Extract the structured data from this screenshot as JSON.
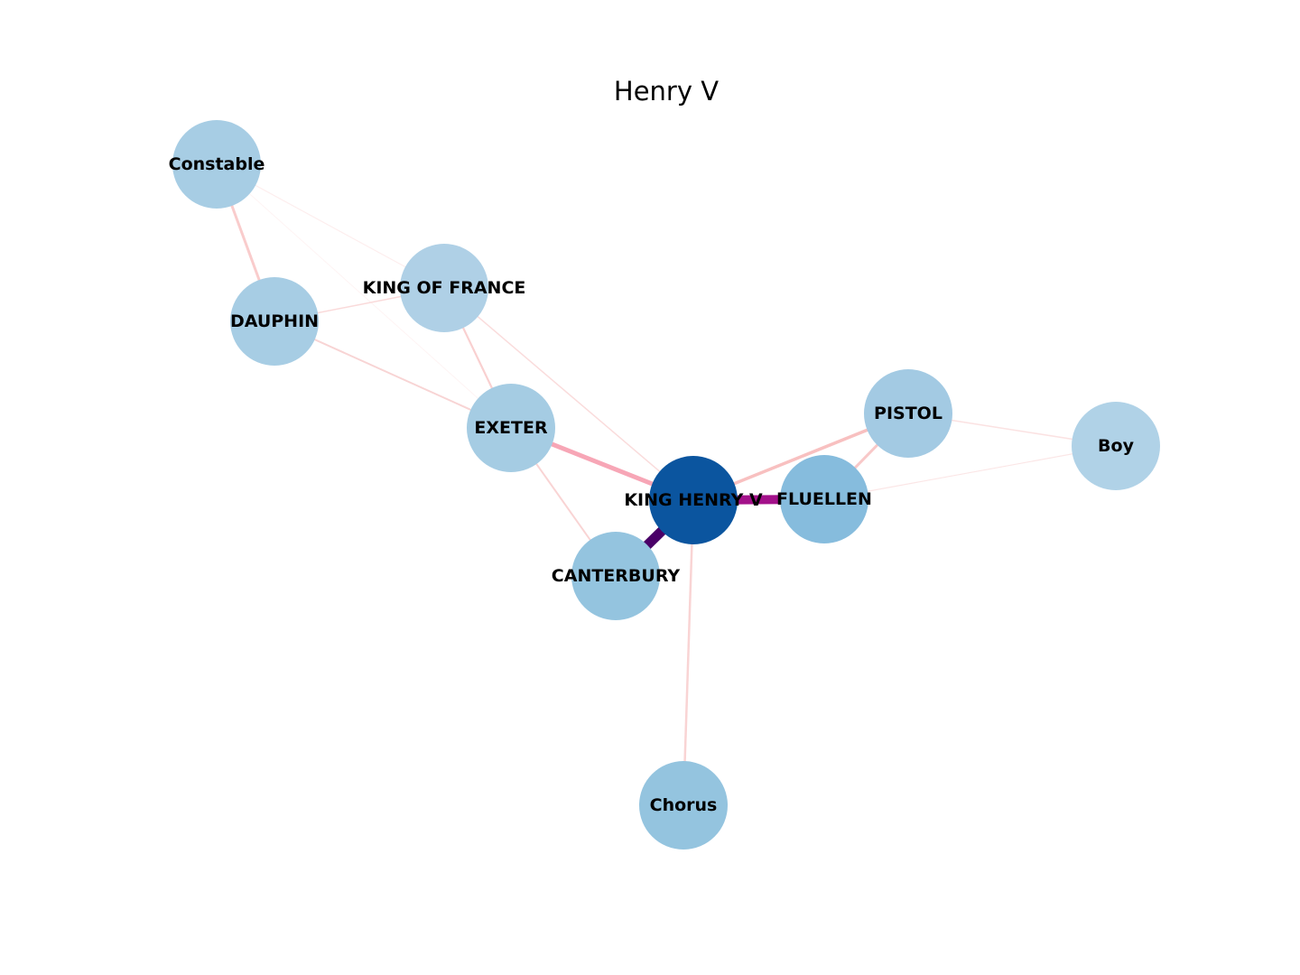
{
  "title": "Henry V",
  "nodes": [
    {
      "id": "constable",
      "label": "Constable",
      "color": "#a7cde4"
    },
    {
      "id": "king-of-france",
      "label": "KING OF FRANCE",
      "color": "#afd0e6"
    },
    {
      "id": "dauphin",
      "label": "DAUPHIN",
      "color": "#a7cde4"
    },
    {
      "id": "exeter",
      "label": "EXETER",
      "color": "#a5cce3"
    },
    {
      "id": "pistol",
      "label": "PISTOL",
      "color": "#a3cae3"
    },
    {
      "id": "boy",
      "label": "Boy",
      "color": "#b0d2e7"
    },
    {
      "id": "king-henry-v",
      "label": "KING HENRY V",
      "color": "#0b559f"
    },
    {
      "id": "fluellen",
      "label": "FLUELLEN",
      "color": "#86bcdd"
    },
    {
      "id": "canterbury",
      "label": "CANTERBURY",
      "color": "#94c4df"
    },
    {
      "id": "chorus",
      "label": "Chorus",
      "color": "#94c4df"
    }
  ],
  "edges": [
    {
      "source": "constable",
      "target": "dauphin",
      "color": "#f9cccc",
      "weight": 3
    },
    {
      "source": "constable",
      "target": "king-of-france",
      "color": "#fdeeee",
      "weight": 1.2
    },
    {
      "source": "constable",
      "target": "exeter",
      "color": "#fef4f4",
      "weight": 1
    },
    {
      "source": "dauphin",
      "target": "king-of-france",
      "color": "#fadada",
      "weight": 1.5
    },
    {
      "source": "dauphin",
      "target": "exeter",
      "color": "#f8d4d4",
      "weight": 2
    },
    {
      "source": "king-of-france",
      "target": "exeter",
      "color": "#f9d0d0",
      "weight": 2.2
    },
    {
      "source": "king-of-france",
      "target": "king-henry-v",
      "color": "#fadcdc",
      "weight": 1.5
    },
    {
      "source": "exeter",
      "target": "king-henry-v",
      "color": "#f7a6b6",
      "weight": 5
    },
    {
      "source": "exeter",
      "target": "canterbury",
      "color": "#f9d4d4",
      "weight": 2
    },
    {
      "source": "king-henry-v",
      "target": "canterbury",
      "color": "#4a0068",
      "weight": 11
    },
    {
      "source": "king-henry-v",
      "target": "fluellen",
      "color": "#a3118a",
      "weight": 10
    },
    {
      "source": "king-henry-v",
      "target": "pistol",
      "color": "#f8c0c0",
      "weight": 3.5
    },
    {
      "source": "king-henry-v",
      "target": "chorus",
      "color": "#f9d4d4",
      "weight": 2.5
    },
    {
      "source": "pistol",
      "target": "fluellen",
      "color": "#f8c8c8",
      "weight": 3
    },
    {
      "source": "pistol",
      "target": "boy",
      "color": "#fbe2e2",
      "weight": 1.5
    },
    {
      "source": "fluellen",
      "target": "boy",
      "color": "#fbe6e6",
      "weight": 1.2
    }
  ]
}
